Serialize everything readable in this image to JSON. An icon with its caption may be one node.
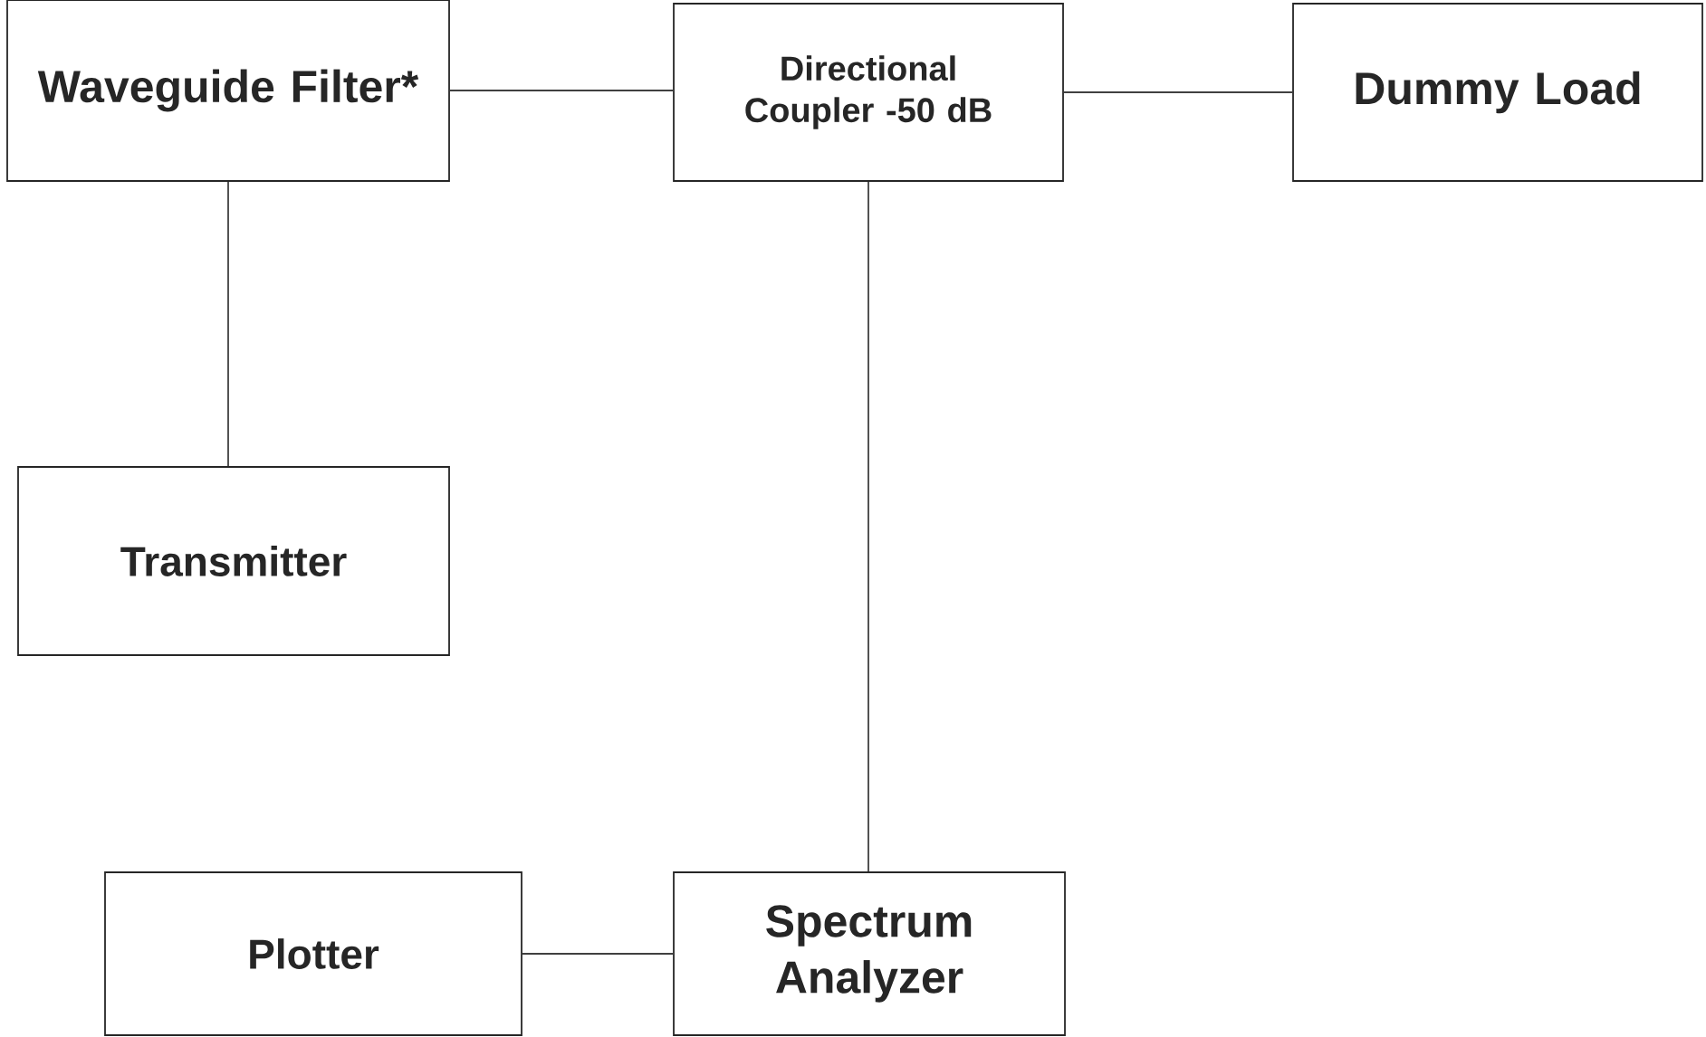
{
  "diagram": {
    "nodes": [
      {
        "text": [
          "Waveguide Filter*"
        ]
      },
      {
        "text": [
          "Directional Coupler -50 dB"
        ]
      },
      {
        "text": [
          "Dummy Load"
        ]
      },
      {
        "text": [
          "Transmitter"
        ]
      },
      {
        "text": [
          "Plotter"
        ]
      },
      {
        "text": [
          "Spectrum Analyzer"
        ]
      }
    ],
    "edges": [
      {
        "from": 0,
        "to": 1,
        "arrow": "none"
      },
      {
        "from": 1,
        "to": 2,
        "arrow": "none"
      },
      {
        "from": 0,
        "to": 3,
        "arrow": "none"
      },
      {
        "from": 1,
        "to": 5,
        "arrow": "none"
      },
      {
        "from": 4,
        "to": 5,
        "arrow": "none"
      }
    ]
  }
}
